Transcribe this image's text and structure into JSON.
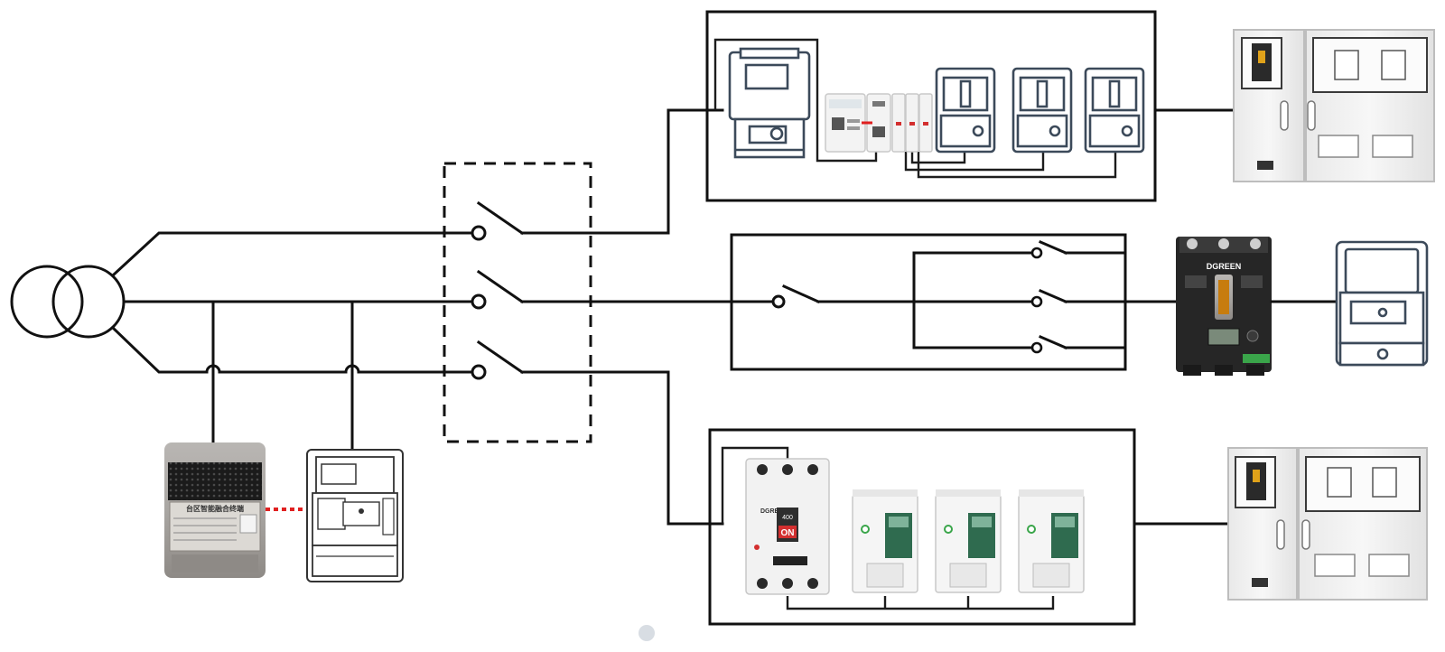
{
  "terminal": {
    "title": "台区智能融合终端"
  },
  "breaker_brand": "DGREEN",
  "main_breaker": {
    "rating": "400",
    "state": "ON"
  },
  "colors": {
    "wire": "#111111",
    "line_art": "#3c4a5a",
    "on_button": "#d32f2f",
    "green_panel": "#2f6b4f",
    "breaker_body": "#2b2b2b",
    "handle": "#c77c0e",
    "comm_link": "#e02020"
  },
  "icons": [
    "transformer-symbol",
    "switch-contact-symbol",
    "fusion-terminal-device",
    "smart-meter-device",
    "circuit-breaker-device",
    "meter-cabinet-device"
  ]
}
